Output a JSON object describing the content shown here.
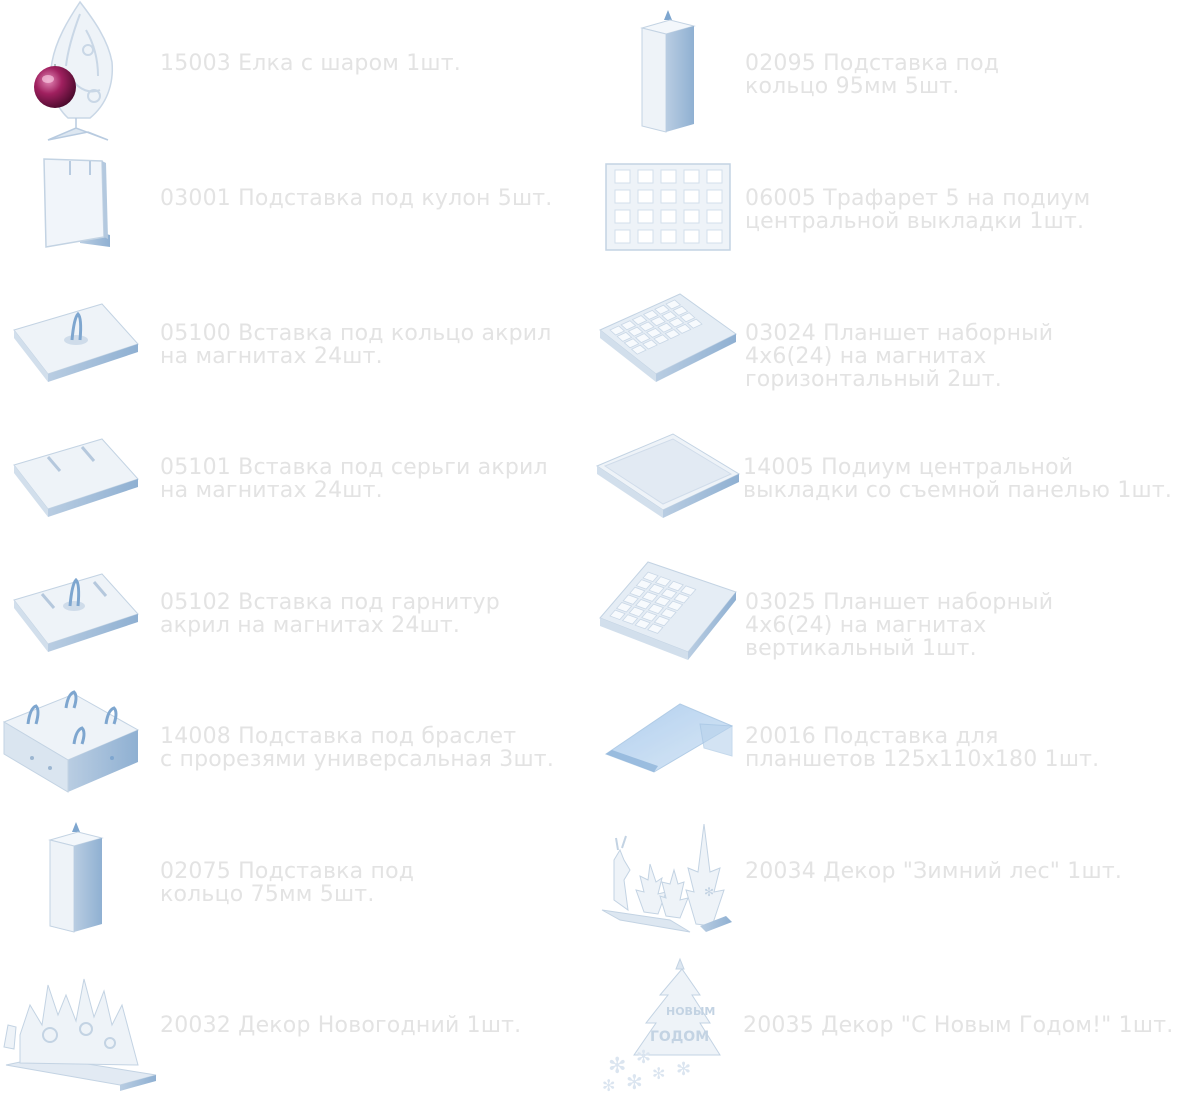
{
  "colors": {
    "text": "#e3e3e3",
    "acrylic_light": "#eef3f8",
    "acrylic_mid": "#d7e1ec",
    "acrylic_edge": "#a9c0d9",
    "accent_ball": "#a0205f"
  },
  "items": [
    {
      "icon": "christmas-tree-icon",
      "lines": [
        "15003 Елка с шаром 1шт."
      ]
    },
    {
      "icon": "tall-stand-icon",
      "lines": [
        "02095 Подставка под",
        "кольцо 95мм 5шт."
      ]
    },
    {
      "icon": "pendant-stand-icon",
      "lines": [
        "03001 Подставка под кулон 5шт."
      ]
    },
    {
      "icon": "stencil-grid-icon",
      "lines": [
        "06005 Трафарет 5 на подиум",
        "центральной выкладки 1шт."
      ]
    },
    {
      "icon": "ring-insert-icon",
      "lines": [
        "05100 Вставка под кольцо акрил",
        "на магнитах 24шт."
      ]
    },
    {
      "icon": "tray-horizontal-icon",
      "lines": [
        "03024 Планшет наборный",
        "4х6(24) на магнитах",
        "горизонтальный 2шт."
      ]
    },
    {
      "icon": "earring-insert-icon",
      "lines": [
        "05101 Вставка под серьги акрил",
        "на магнитах 24шт."
      ]
    },
    {
      "icon": "podium-icon",
      "lines": [
        "14005 Подиум центральной",
        "выкладки со съемной панелью 1шт."
      ]
    },
    {
      "icon": "set-insert-icon",
      "lines": [
        "05102 Вставка под гарнитур",
        "акрил на магнитах 24шт."
      ]
    },
    {
      "icon": "tray-vertical-icon",
      "lines": [
        "03025 Планшет наборный",
        "4х6(24) на магнитах",
        "вертикальный 1шт."
      ]
    },
    {
      "icon": "bracelet-stand-icon",
      "lines": [
        "14008 Подставка под браслет",
        "с прорезями универсальная 3шт."
      ]
    },
    {
      "icon": "tablet-stand-icon",
      "lines": [
        "20016 Подставка для",
        "планшетов 125х110х180 1шт."
      ]
    },
    {
      "icon": "short-stand-icon",
      "lines": [
        "02075 Подставка под",
        "кольцо 75мм 5шт."
      ]
    },
    {
      "icon": "winter-forest-icon",
      "lines": [
        "20034 Декор \"Зимний лес\" 1шт."
      ]
    },
    {
      "icon": "new-year-decor-icon",
      "lines": [
        "20032 Декор Новогодний 1шт."
      ]
    },
    {
      "icon": "happy-new-year-icon",
      "lines": [
        "20035 Декор \"С Новым Годом!\" 1шт."
      ]
    }
  ]
}
